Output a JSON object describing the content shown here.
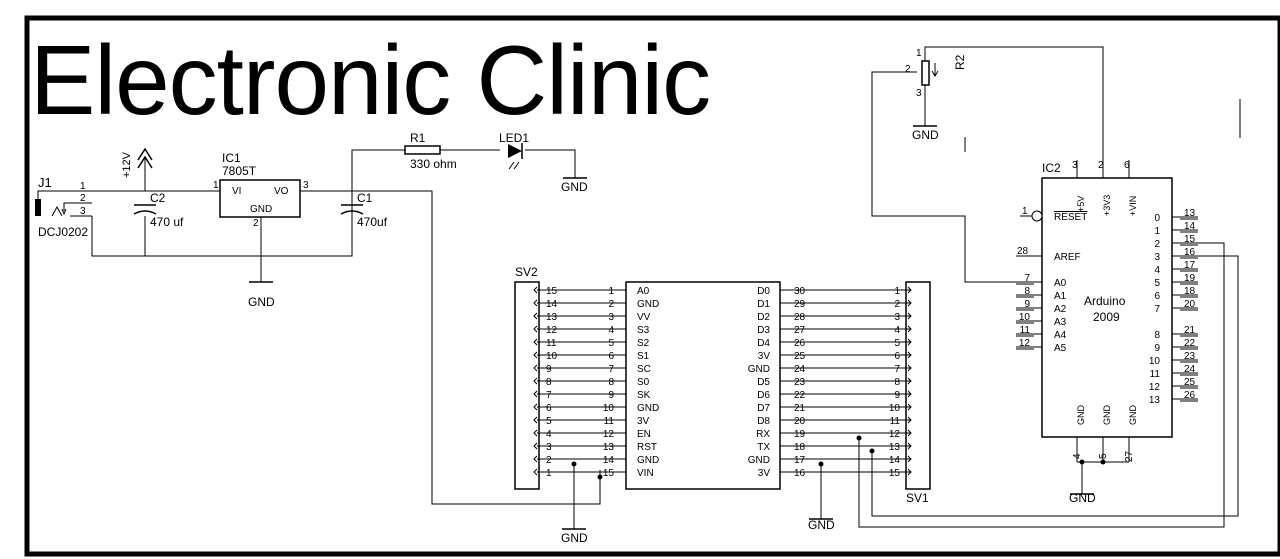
{
  "title": "Electronic Clinic",
  "power": {
    "j1": {
      "name": "J1",
      "value": "DCJ0202",
      "pins": [
        "1",
        "2",
        "3"
      ]
    },
    "supply_label": "+12V",
    "c2": {
      "name": "C2",
      "value": "470 uf"
    },
    "ic1": {
      "name": "IC1",
      "value": "7805T",
      "vi": "VI",
      "vo": "VO",
      "gnd": "GND",
      "pin_vi": "1",
      "pin_gnd": "2",
      "pin_vo": "3"
    },
    "c1": {
      "name": "C1",
      "value": "470uf"
    },
    "r1": {
      "name": "R1",
      "value": "330 ohm"
    },
    "led1": {
      "name": "LED1"
    },
    "gnd": "GND"
  },
  "pot": {
    "name": "R2",
    "pins": [
      "1",
      "2",
      "3"
    ],
    "gnd": "GND"
  },
  "sv2": {
    "name": "SV2",
    "pins": [
      "15",
      "14",
      "13",
      "12",
      "11",
      "10",
      "9",
      "8",
      "7",
      "6",
      "5",
      "4",
      "3",
      "2",
      "1"
    ]
  },
  "sv1": {
    "name": "SV1",
    "pins": [
      "1",
      "2",
      "3",
      "4",
      "5",
      "6",
      "7",
      "8",
      "9",
      "10",
      "11",
      "12",
      "13",
      "14",
      "15"
    ]
  },
  "module": {
    "left_pins": [
      {
        "num": "1",
        "name": "A0"
      },
      {
        "num": "2",
        "name": "GND"
      },
      {
        "num": "3",
        "name": "VV"
      },
      {
        "num": "4",
        "name": "S3"
      },
      {
        "num": "5",
        "name": "S2"
      },
      {
        "num": "6",
        "name": "S1"
      },
      {
        "num": "7",
        "name": "SC"
      },
      {
        "num": "8",
        "name": "S0"
      },
      {
        "num": "9",
        "name": "SK"
      },
      {
        "num": "10",
        "name": "GND"
      },
      {
        "num": "11",
        "name": "3V"
      },
      {
        "num": "12",
        "name": "EN"
      },
      {
        "num": "13",
        "name": "RST"
      },
      {
        "num": "14",
        "name": "GND"
      },
      {
        "num": "15",
        "name": "VIN"
      }
    ],
    "right_pins": [
      {
        "num": "30",
        "name": "D0"
      },
      {
        "num": "29",
        "name": "D1"
      },
      {
        "num": "28",
        "name": "D2"
      },
      {
        "num": "27",
        "name": "D3"
      },
      {
        "num": "26",
        "name": "D4"
      },
      {
        "num": "25",
        "name": "3V"
      },
      {
        "num": "24",
        "name": "GND"
      },
      {
        "num": "23",
        "name": "D5"
      },
      {
        "num": "22",
        "name": "D6"
      },
      {
        "num": "21",
        "name": "D7"
      },
      {
        "num": "20",
        "name": "D8"
      },
      {
        "num": "19",
        "name": "RX"
      },
      {
        "num": "18",
        "name": "TX"
      },
      {
        "num": "17",
        "name": "GND"
      },
      {
        "num": "16",
        "name": "3V"
      }
    ],
    "gnd": "GND"
  },
  "arduino": {
    "name": "IC2",
    "label_line1": "Arduino",
    "label_line2": "2009",
    "top_pins": [
      {
        "num": "3",
        "name": "+5V"
      },
      {
        "num": "2",
        "name": "+3V3"
      },
      {
        "num": "6",
        "name": "+VIN"
      }
    ],
    "reset": {
      "num": "1",
      "name": "RESET"
    },
    "aref": {
      "num": "28",
      "name": "AREF"
    },
    "analog": [
      {
        "num": "7",
        "name": "A0"
      },
      {
        "num": "8",
        "name": "A1"
      },
      {
        "num": "9",
        "name": "A2"
      },
      {
        "num": "10",
        "name": "A3"
      },
      {
        "num": "11",
        "name": "A4"
      },
      {
        "num": "12",
        "name": "A5"
      }
    ],
    "digital_a": [
      {
        "inner": "0",
        "num": "13"
      },
      {
        "inner": "1",
        "num": "14"
      },
      {
        "inner": "2",
        "num": "15"
      },
      {
        "inner": "3",
        "num": "16"
      },
      {
        "inner": "4",
        "num": "17"
      },
      {
        "inner": "5",
        "num": "19"
      },
      {
        "inner": "6",
        "num": "18"
      },
      {
        "inner": "7",
        "num": "20"
      }
    ],
    "digital_b": [
      {
        "inner": "8",
        "num": "21"
      },
      {
        "inner": "9",
        "num": "22"
      },
      {
        "inner": "10",
        "num": "23"
      },
      {
        "inner": "11",
        "num": "24"
      },
      {
        "inner": "12",
        "num": "25"
      },
      {
        "inner": "13",
        "num": "26"
      }
    ],
    "gnd_pins": [
      {
        "num": "4",
        "name": "GND"
      },
      {
        "num": "5",
        "name": "GND"
      },
      {
        "num": "27",
        "name": "GND"
      }
    ],
    "gnd": "GND"
  }
}
